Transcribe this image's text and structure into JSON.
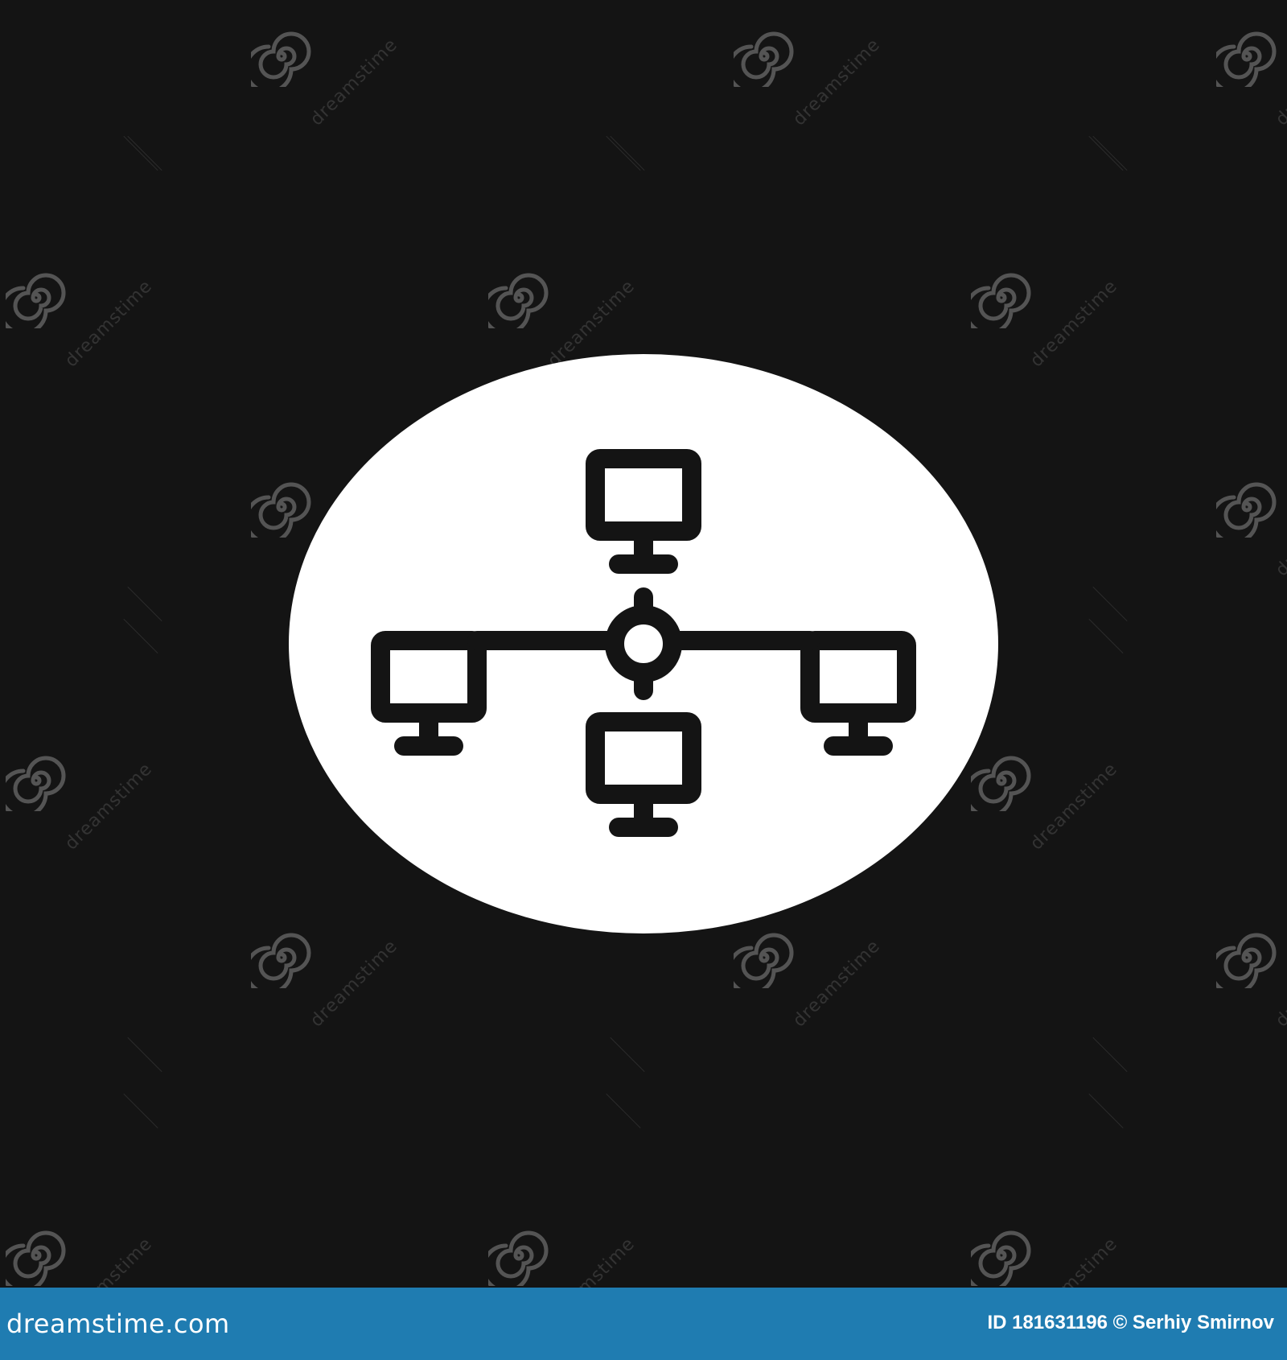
{
  "watermark": {
    "text": "dreamstime",
    "icon": "spiral-icon"
  },
  "illustration": {
    "icon": "network-computers-icon",
    "background": "#141414",
    "foreground": "#ffffff"
  },
  "footer": {
    "brand": "dreamstime.com",
    "credit": "ID 181631196 © Serhiy Smirnov",
    "color": "#1f7cb1"
  }
}
